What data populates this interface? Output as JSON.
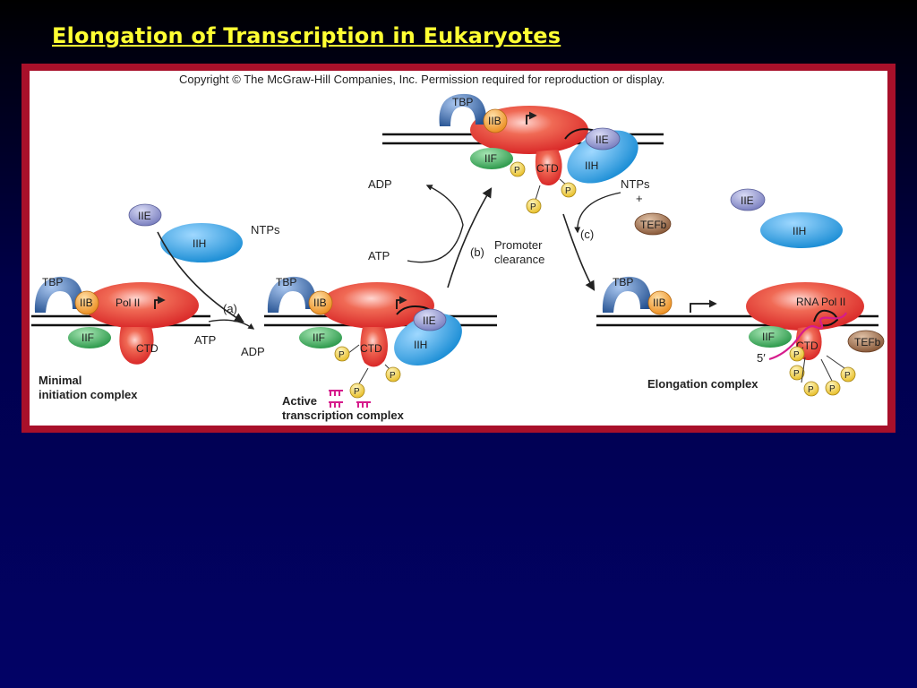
{
  "slide": {
    "title": "Elongation of Transcription in Eukaryotes"
  },
  "figure": {
    "copyright": "Copyright © The McGraw-Hill Companies, Inc. Permission required for reproduction or display.",
    "labels": {
      "tbp": "TBP",
      "iib": "IIB",
      "iif": "IIF",
      "iie": "IIE",
      "iih": "IIH",
      "ctd": "CTD",
      "pol2": "Pol II",
      "rna_pol2": "RNA Pol II",
      "p": "P",
      "tefb": "TEFb",
      "ntps": "NTPs",
      "plus": "+",
      "atp": "ATP",
      "adp": "ADP",
      "step_a": "(a)",
      "step_b": "(b)",
      "step_c": "(c)",
      "promoter_clearance_1": "Promoter",
      "promoter_clearance_2": "clearance",
      "five_prime": "5′",
      "minimal_1": "Minimal",
      "minimal_2": "initiation complex",
      "active_1": "Active",
      "active_2": "transcription complex",
      "elongation": "Elongation complex"
    },
    "colors": {
      "pol2_red": "#e8332e",
      "tbp_blue": "#2f5d9e",
      "iib_orange": "#f2a23a",
      "iif_green": "#3aa55a",
      "iie_purple": "#8b8fc9",
      "iih_cyan": "#2aa7e0",
      "p_yellow": "#f5d24a",
      "tefb_brown": "#9a6a4a",
      "rna_magenta": "#d61c8c",
      "frame_red": "#a8102a",
      "title_yellow": "#ffff33"
    }
  }
}
